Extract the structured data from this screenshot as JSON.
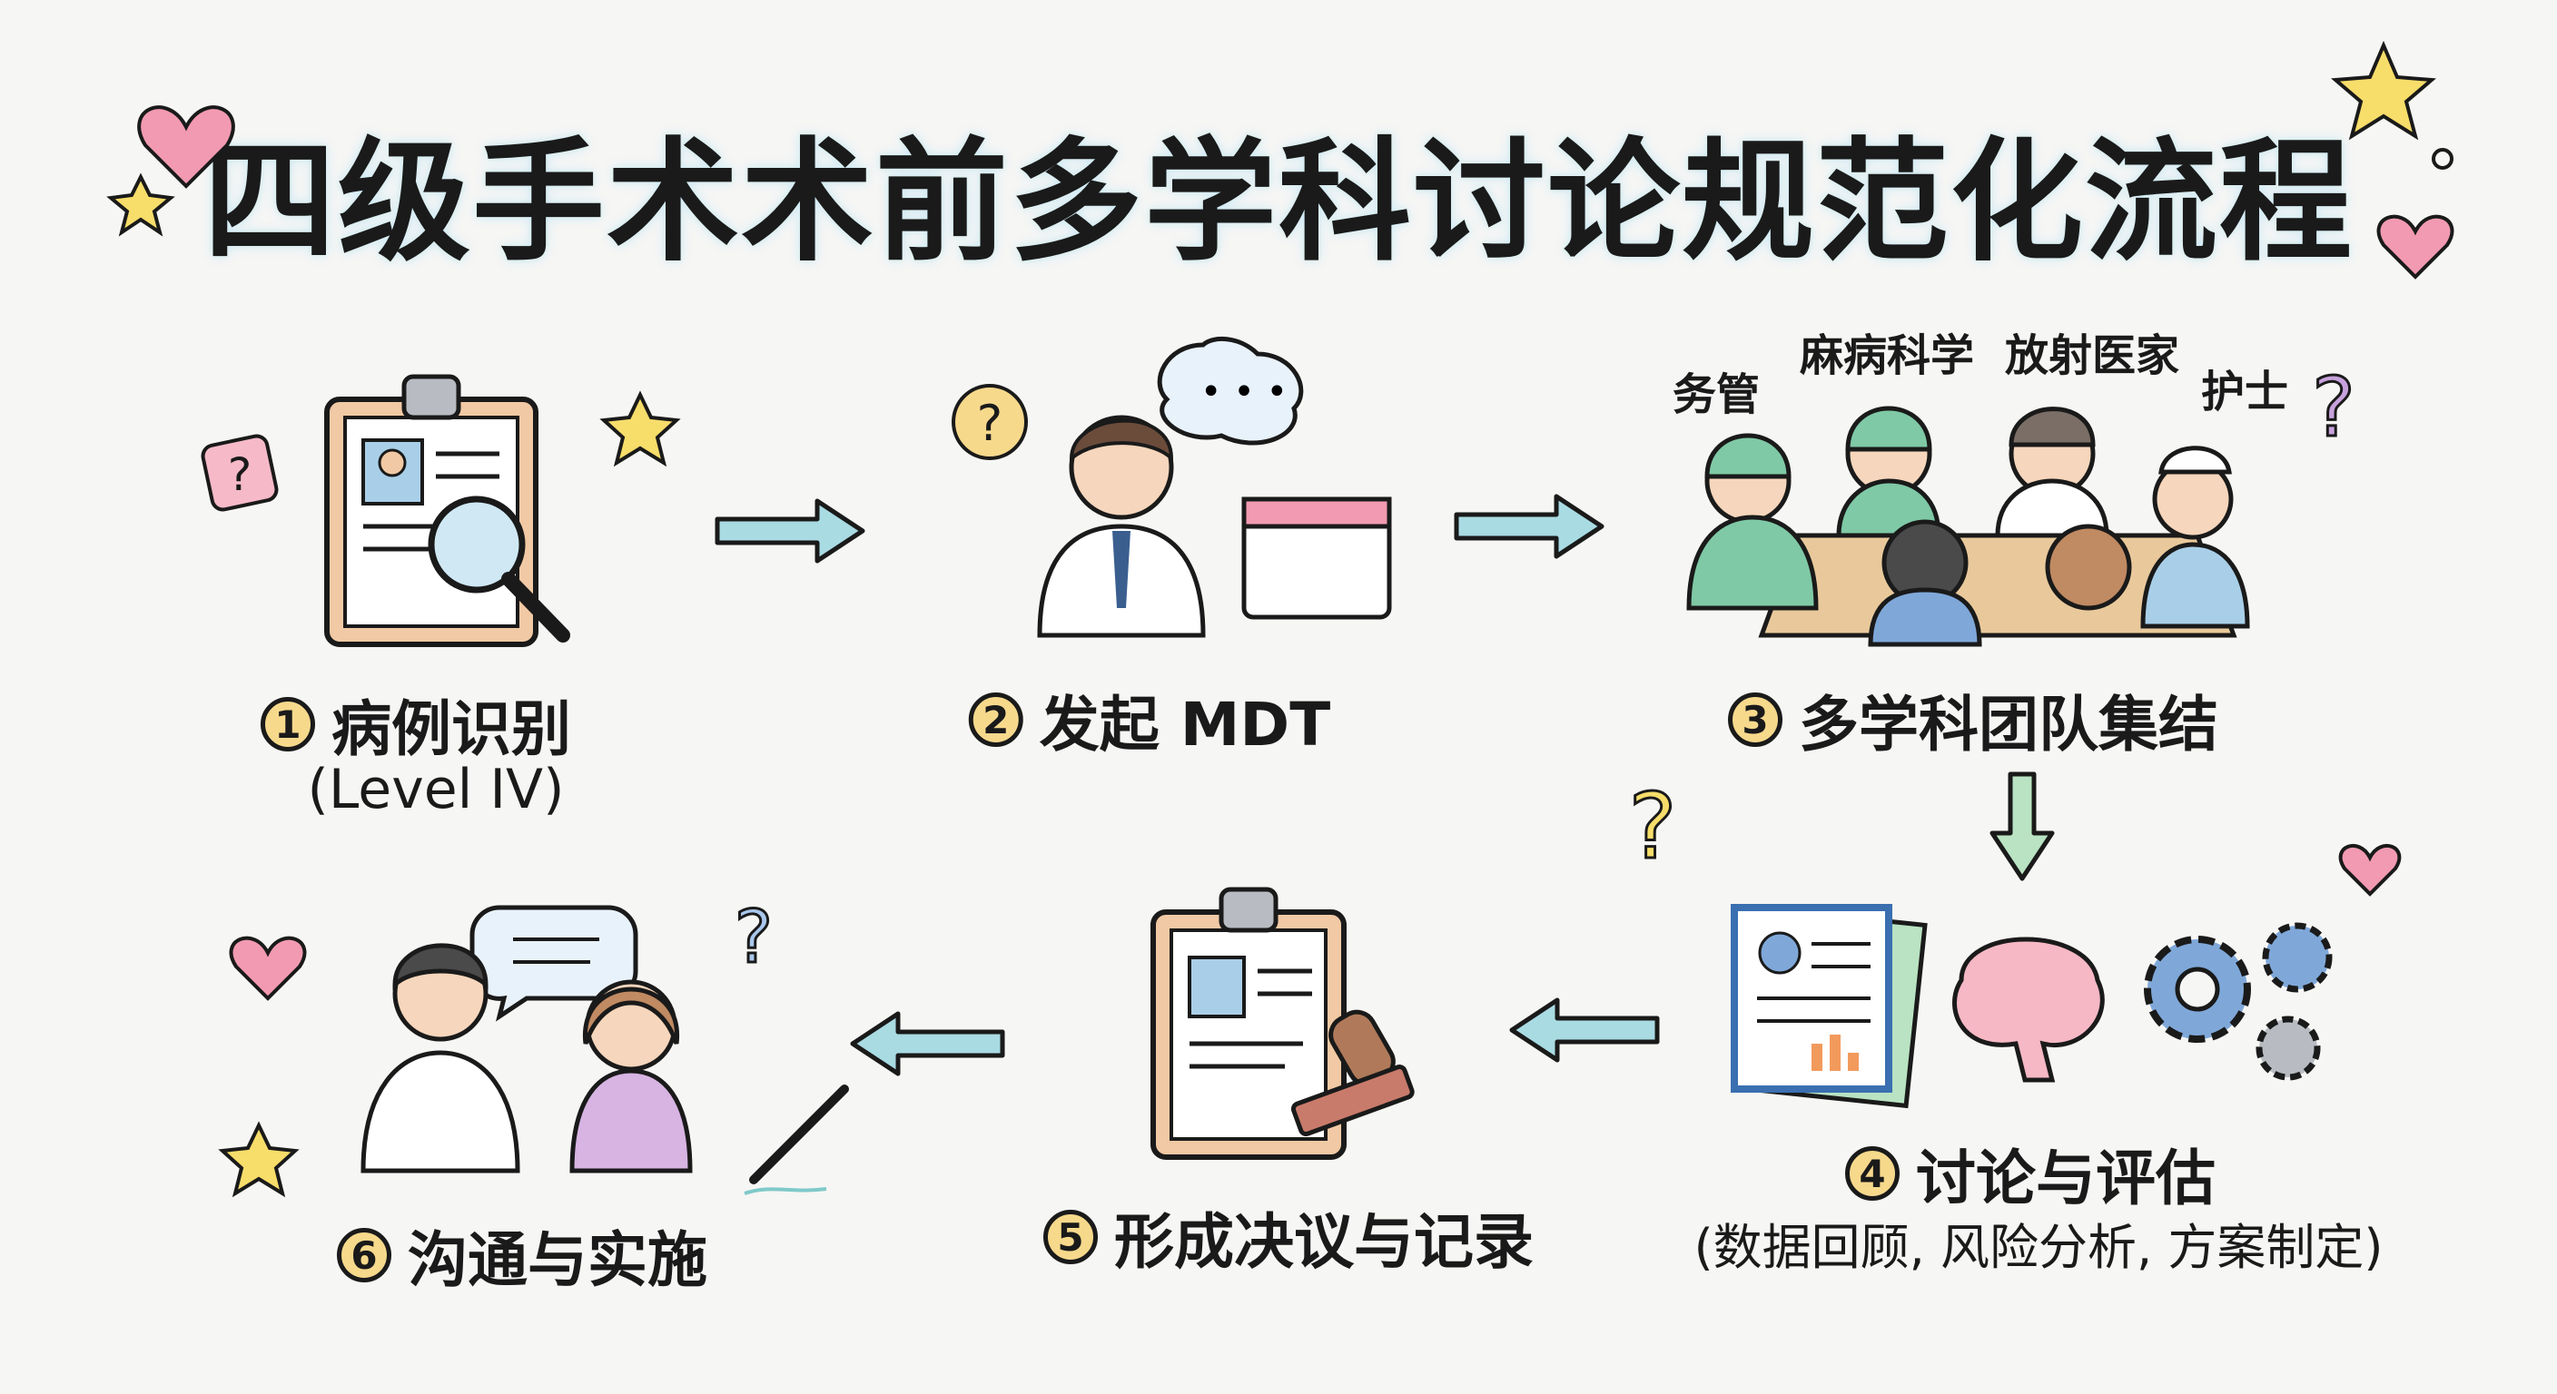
{
  "title": "四级手术术前多学科讨论规范化流程",
  "colors": {
    "accent_badge": "#f7d98c",
    "arrow_fill": "#a9dbe3",
    "arrow_down_fill": "#b9e3c2",
    "heart": "#f29ab1",
    "star": "#f7dd6a",
    "background": "#f6f6f4"
  },
  "steps": [
    {
      "number": "1",
      "label": "病例识别",
      "sub": "(Level IV)",
      "icon": "clipboard-magnifier-icon"
    },
    {
      "number": "2",
      "label": "发起 MDT",
      "icon": "doctor-calendar-icon"
    },
    {
      "number": "3",
      "label": "多学科团队集结",
      "icon": "team-meeting-icon",
      "roles": [
        "务管",
        "麻病科学",
        "放射医家",
        "护士"
      ]
    },
    {
      "number": "4",
      "label": "讨论与评估",
      "sub": "(数据回顾, 风险分析, 方案制定)",
      "icon": "report-brain-gears-icon"
    },
    {
      "number": "5",
      "label": "形成决议与记录",
      "icon": "clipboard-stamp-icon"
    },
    {
      "number": "6",
      "label": "沟通与实施",
      "icon": "doctor-patient-talk-icon"
    }
  ]
}
